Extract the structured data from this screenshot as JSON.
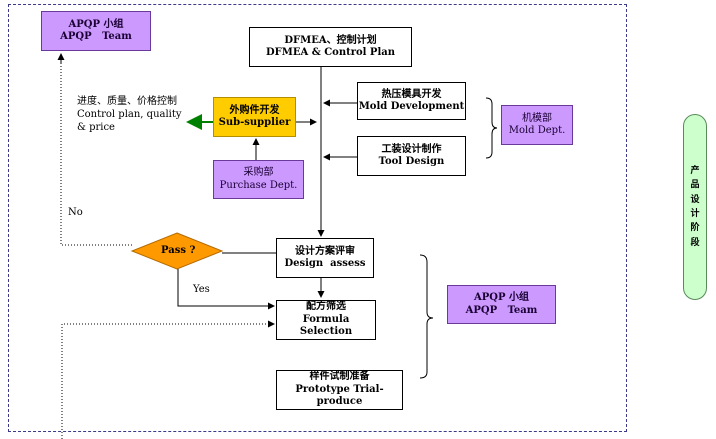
{
  "diagram": {
    "apqp_team_top": {
      "zh": "APQP 小组",
      "en": "APQP   Team"
    },
    "dfmea": {
      "zh": "DFMEA、控制计划",
      "en": "DFMEA & Control Plan"
    },
    "mold_dev": {
      "zh": "热压模具开发",
      "en": "Mold Development"
    },
    "tool_design": {
      "zh": "工装设计制作",
      "en": "Tool Design"
    },
    "mold_dept": {
      "zh": "机模部",
      "en": "Mold Dept."
    },
    "sub_supplier": {
      "zh": "外购件开发",
      "en": "Sub-supplier"
    },
    "purchase_dept": {
      "zh": "采购部",
      "en": "Purchase Dept."
    },
    "control_note": {
      "zh": "进度、质量、价格控制",
      "en1": "Control plan, quality",
      "en2": "& price"
    },
    "pass_decision": "Pass ?",
    "no_label": "No",
    "yes_label": "Yes",
    "design_assess": {
      "zh": "设计方案评审",
      "en": "Design  assess"
    },
    "formula_selection": {
      "zh": "配方筛选",
      "en": "Formula Selection"
    },
    "prototype": {
      "zh": "样件试制准备",
      "en": "Prototype Trial-produce"
    },
    "apqp_team_bottom": {
      "zh": "APQP 小组",
      "en": "APQP   Team"
    },
    "phase_label": [
      "产",
      "品",
      "设",
      "计",
      "阶",
      "段"
    ],
    "colors": {
      "team_box": "#cc99ff",
      "supplier_box": "#ffcc00",
      "decision": "#ff9900",
      "phase": "#ccffcc",
      "arrow_green": "#008000"
    }
  }
}
